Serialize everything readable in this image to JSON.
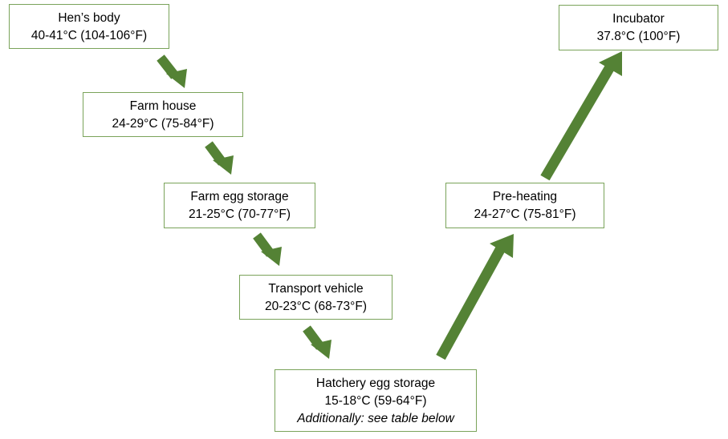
{
  "colors": {
    "arrow": "#548235",
    "box_border": "#7aa35a"
  },
  "nodes": [
    {
      "id": "hens-body",
      "title": "Hen’s body",
      "temp": "40-41°C (104-106°F)"
    },
    {
      "id": "farm-house",
      "title": "Farm house",
      "temp": "24-29°C (75-84°F)"
    },
    {
      "id": "farm-egg-storage",
      "title": "Farm egg storage",
      "temp": "21-25°C (70-77°F)"
    },
    {
      "id": "transport-vehicle",
      "title": "Transport vehicle",
      "temp": "20-23°C (68-73°F)"
    },
    {
      "id": "hatchery-egg-storage",
      "title": "Hatchery egg storage",
      "temp": "15-18°C (59-64°F)",
      "note": "Additionally: see table below"
    },
    {
      "id": "pre-heating",
      "title": "Pre-heating",
      "temp": "24-27°C (75-81°F)"
    },
    {
      "id": "incubator",
      "title": "Incubator",
      "temp": "37.8°C (100°F)"
    }
  ],
  "edges": [
    {
      "from": "hens-body",
      "to": "farm-house"
    },
    {
      "from": "farm-house",
      "to": "farm-egg-storage"
    },
    {
      "from": "farm-egg-storage",
      "to": "transport-vehicle"
    },
    {
      "from": "transport-vehicle",
      "to": "hatchery-egg-storage"
    },
    {
      "from": "hatchery-egg-storage",
      "to": "pre-heating"
    },
    {
      "from": "pre-heating",
      "to": "incubator"
    }
  ]
}
